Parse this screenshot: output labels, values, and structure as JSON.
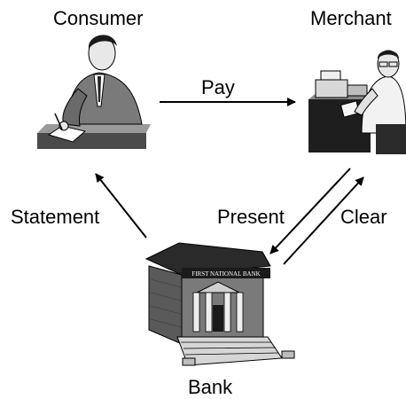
{
  "nodes": {
    "consumer": "Consumer",
    "merchant": "Merchant",
    "bank": "Bank",
    "bank_sign": "FIRST NATIONAL BANK"
  },
  "edges": {
    "pay": "Pay",
    "statement": "Statement",
    "present": "Present",
    "clear": "Clear"
  }
}
